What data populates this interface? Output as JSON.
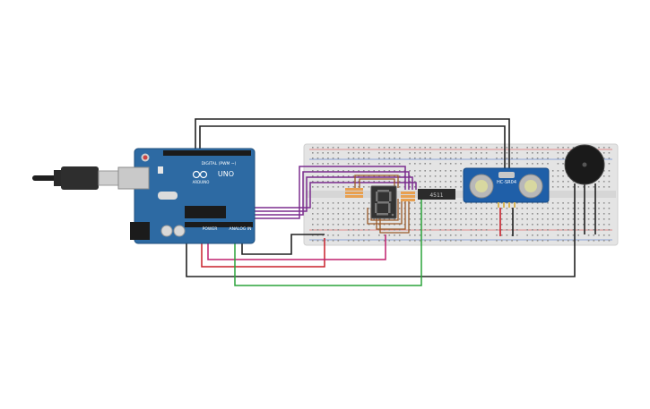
{
  "board": {
    "brand": "ARDUINO",
    "model": "UNO",
    "digital_label": "DIGITAL (PWM ~)",
    "power_label": "POWER",
    "analog_label": "ANALOG IN"
  },
  "sensor": {
    "label": "HC-SR04"
  },
  "ic": {
    "label": "4511"
  },
  "display": {
    "digit": "8"
  },
  "colors": {
    "board": "#2d6aa3",
    "breadboard": "#e4e4e4",
    "wire_black": "#222222",
    "wire_purple": "#7b2d8e",
    "wire_red": "#c8202a",
    "wire_magenta": "#c0206f",
    "wire_green": "#2aa33a",
    "wire_brown": "#9a5a2a",
    "sensor": "#1f5fa8",
    "buzzer": "#1a1a1a"
  }
}
